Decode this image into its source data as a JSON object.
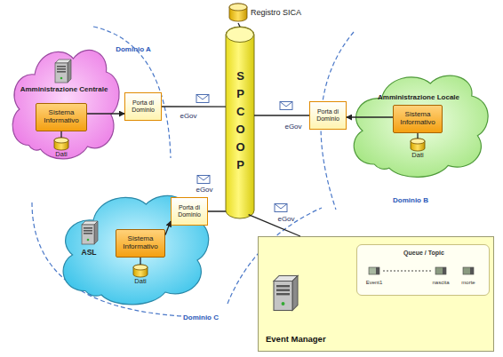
{
  "diagram": {
    "nodes": [
      {
        "text": [
          "Amministrazione Centrale"
        ]
      },
      {
        "text": [
          "Sistema Informativo"
        ],
        "in": 0
      },
      {
        "text": [
          "Dati"
        ],
        "in": 0
      },
      {
        "text": [
          "Porta di Dominio"
        ]
      },
      {
        "text": [
          "SPCOOP"
        ]
      },
      {
        "text": [
          "Registro SICA"
        ]
      },
      {
        "text": [
          "Amministrazione Locale"
        ]
      },
      {
        "text": [
          "Sistema Informativo"
        ],
        "in": 6
      },
      {
        "text": [
          "Dati"
        ],
        "in": 6
      },
      {
        "text": [
          "Porta di Dominio"
        ]
      },
      {
        "text": [
          "ASL"
        ]
      },
      {
        "text": [
          "Sistema Informativo"
        ],
        "in": 10
      },
      {
        "text": [
          "Dati"
        ],
        "in": 10
      },
      {
        "text": [
          "Porta di Dominio"
        ]
      },
      {
        "text": [
          "Event Manager"
        ]
      },
      {
        "text": [
          "Queue / Topic"
        ],
        "in": 14
      }
    ],
    "edges": [
      {
        "from": 1,
        "to": 3,
        "arrow": "to"
      },
      {
        "from": 1,
        "to": 2,
        "arrow": "none"
      },
      {
        "from": 3,
        "to": 4,
        "arrow": "none",
        "label": "eGov"
      },
      {
        "from": 4,
        "to": 5,
        "arrow": "none"
      },
      {
        "from": 7,
        "to": 9,
        "arrow": "to"
      },
      {
        "from": 7,
        "to": 8,
        "arrow": "none"
      },
      {
        "from": 9,
        "to": 4,
        "arrow": "none",
        "label": "eGov"
      },
      {
        "from": 11,
        "to": 13,
        "arrow": "to"
      },
      {
        "from": 11,
        "to": 12,
        "arrow": "none"
      },
      {
        "from": 13,
        "to": 4,
        "arrow": "none",
        "label": "eGov"
      },
      {
        "from": 4,
        "to": 14,
        "arrow": "none",
        "label": "eGov"
      }
    ],
    "labels": [
      "Dominio A",
      "Dominio B",
      "Dominio C",
      "Event1",
      "nascita",
      "morte"
    ]
  }
}
